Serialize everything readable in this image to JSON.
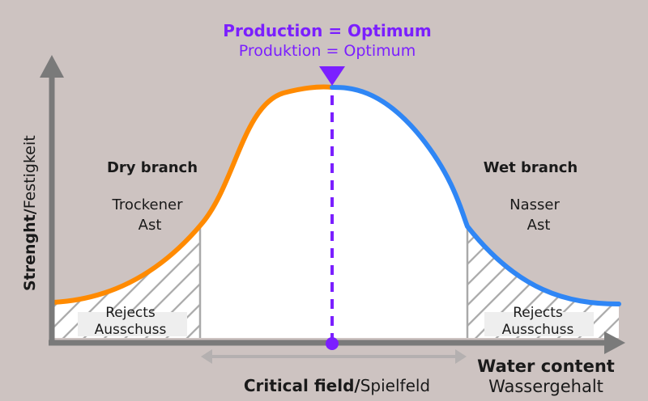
{
  "top": {
    "line1": "Production = Optimum",
    "line2": "Produktion = Optimum",
    "color": "#7b1fff"
  },
  "y_axis": {
    "label_bold": "Strenght/",
    "label_regular": "Festigkeit"
  },
  "x_axis": {
    "line1": "Water content",
    "line2": "Wassergehalt"
  },
  "left_branch": {
    "title": "Dry branch",
    "line1": "Trockener",
    "line2": "Ast",
    "color": "#ff8a00"
  },
  "right_branch": {
    "title": "Wet branch",
    "line1": "Nasser",
    "line2": "Ast",
    "color": "#2f86f5"
  },
  "rejects_left": {
    "line1": "Rejects",
    "line2": "Ausschuss"
  },
  "rejects_right": {
    "line1": "Rejects",
    "line2": "Ausschuss"
  },
  "critical": {
    "bold": "Critical field/",
    "regular": "Spielfeld"
  }
}
